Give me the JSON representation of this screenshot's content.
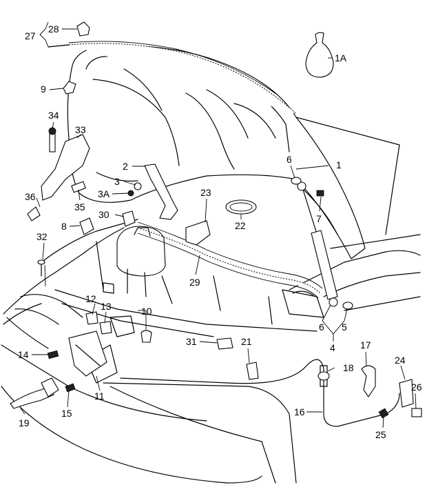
{
  "callouts": {
    "c1": "1",
    "c1A": "1A",
    "c2": "2",
    "c3": "3",
    "c3A": "3A",
    "c4": "4",
    "c5": "5",
    "c6a": "6",
    "c6b": "6",
    "c7": "7",
    "c8": "8",
    "c9": "9",
    "c10": "10",
    "c11": "11",
    "c12": "12",
    "c13": "13",
    "c14": "14",
    "c15": "15",
    "c16": "16",
    "c17": "17",
    "c18": "18",
    "c19": "19",
    "c21": "21",
    "c22": "22",
    "c23": "23",
    "c24": "24",
    "c25": "25",
    "c26": "26",
    "c27": "27",
    "c28": "28",
    "c29": "29",
    "c30": "30",
    "c31": "31",
    "c32": "32",
    "c33": "33",
    "c34": "34",
    "c35": "35",
    "c36": "36"
  }
}
